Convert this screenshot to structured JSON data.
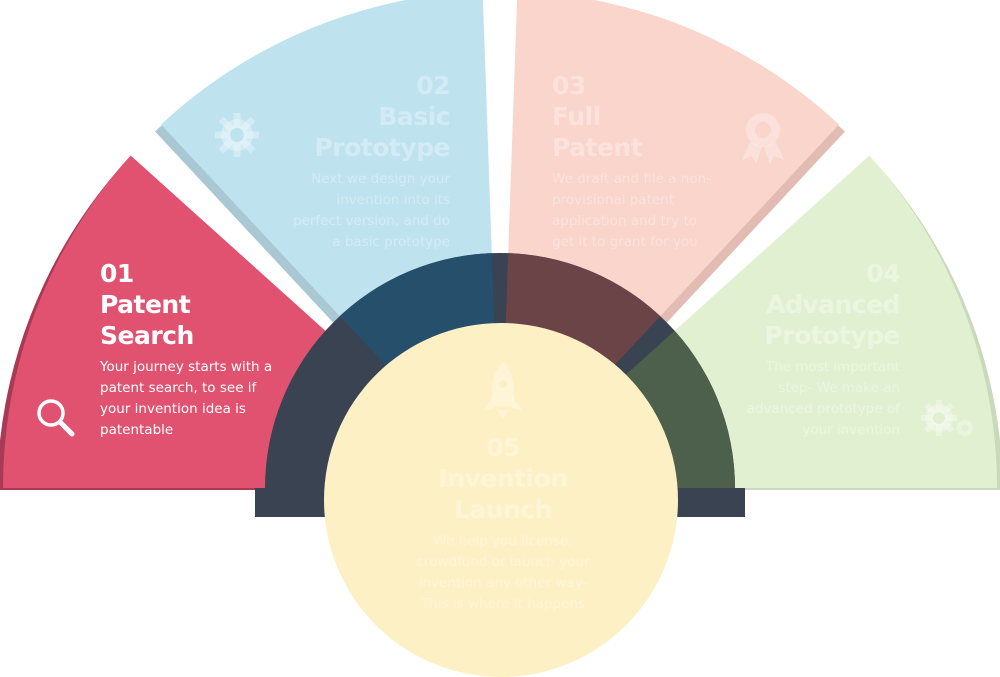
{
  "steps": [
    {
      "number": "01",
      "title_line1": "Patent",
      "title_line2": "Search",
      "description": "Your journey starts with a patent search, to see if your invention idea is patentable",
      "icon": "magnifier-icon",
      "color": "#e0526f"
    },
    {
      "number": "02",
      "title_line1": "Basic",
      "title_line2": "Prototype",
      "description": "Next we design your invention into its perfect version, and do a basic prototype",
      "icon": "gear-icon",
      "color": "#bfe2ef"
    },
    {
      "number": "03",
      "title_line1": "Full",
      "title_line2": "Patent",
      "description": "We draft and file a non-provisional patent application and try to get it to grant for you",
      "icon": "award-icon",
      "color": "#f9d5cc"
    },
    {
      "number": "04",
      "title_line1": "Advanced",
      "title_line2": "Prototype",
      "description": "The most important step- We make an advanced prototype of your invention",
      "icon": "gears-icon",
      "color": "#e2f0d2"
    },
    {
      "number": "05",
      "title_line1": "Invention",
      "title_line2": "Launch",
      "description": "We help you license, crowdfund or launch your invention any other way- This is where it happens",
      "icon": "rocket-icon",
      "color": "#fef0c5"
    }
  ],
  "colors": {
    "band": "#394352",
    "overlap_blue": "#264f6c",
    "overlap_pink": "#6b4447",
    "overlap_green": "#4d604b"
  }
}
